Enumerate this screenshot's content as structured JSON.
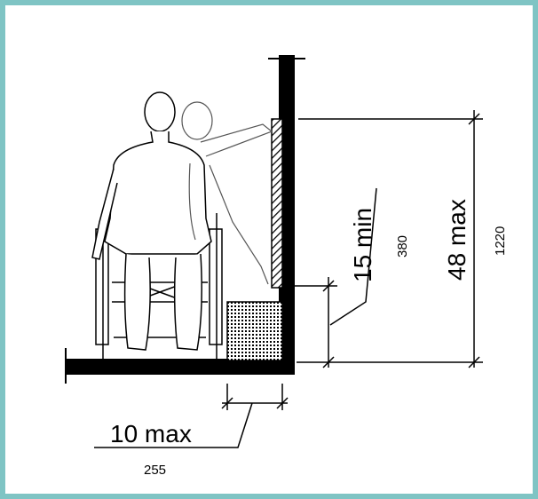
{
  "dimensions": {
    "upper_reach": {
      "imperial": "48 max",
      "metric": "1220"
    },
    "lower_clearance": {
      "imperial": "15 min",
      "metric": "380"
    },
    "reach_depth": {
      "imperial": "10 max",
      "metric": "255"
    }
  },
  "colors": {
    "frame": "#7fc4c4",
    "background": "#ffffff",
    "ink": "#000000"
  }
}
